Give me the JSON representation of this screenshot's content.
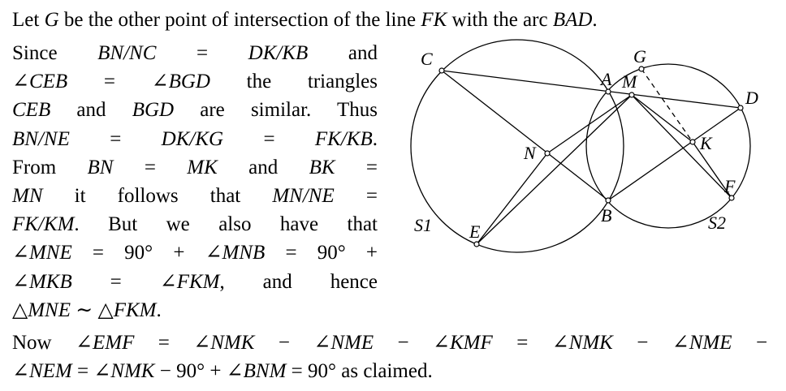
{
  "intro_line": [
    [
      "Let ",
      0
    ],
    [
      "G",
      1
    ],
    [
      " be the other point of intersection of the line ",
      0
    ],
    [
      "FK",
      1
    ],
    [
      " with the arc ",
      0
    ],
    [
      "BAD",
      1
    ],
    [
      ".",
      0
    ]
  ],
  "column_lines": [
    [
      [
        "Since ",
        0
      ],
      [
        "BN/NC",
        1
      ],
      [
        " = ",
        0
      ],
      [
        "DK/KB",
        1
      ],
      [
        " and",
        0
      ]
    ],
    [
      [
        "∠",
        0
      ],
      [
        "CEB",
        1
      ],
      [
        " = ∠",
        0
      ],
      [
        "BGD",
        1
      ],
      [
        " the triangles",
        0
      ]
    ],
    [
      [
        "CEB",
        1
      ],
      [
        " and ",
        0
      ],
      [
        "BGD",
        1
      ],
      [
        " are similar. Thus",
        0
      ]
    ],
    [
      [
        "BN/NE",
        1
      ],
      [
        " = ",
        0
      ],
      [
        "DK/KG",
        1
      ],
      [
        " = ",
        0
      ],
      [
        "FK/KB",
        1
      ],
      [
        ".",
        0
      ]
    ],
    [
      [
        "From ",
        0
      ],
      [
        "BN",
        1
      ],
      [
        " = ",
        0
      ],
      [
        "MK",
        1
      ],
      [
        " and ",
        0
      ],
      [
        "BK",
        1
      ],
      [
        " =",
        0
      ]
    ],
    [
      [
        "MN",
        1
      ],
      [
        " it follows that ",
        0
      ],
      [
        "MN/NE",
        1
      ],
      [
        " =",
        0
      ]
    ],
    [
      [
        "FK/KM",
        1
      ],
      [
        ". But we also have that",
        0
      ]
    ],
    [
      [
        "∠",
        0
      ],
      [
        "MNE",
        1
      ],
      [
        " = 90° + ∠",
        0
      ],
      [
        "MNB",
        1
      ],
      [
        " = 90° +",
        0
      ]
    ],
    [
      [
        "∠",
        0
      ],
      [
        "MKB",
        1
      ],
      [
        " = ∠",
        0
      ],
      [
        "FKM",
        1
      ],
      [
        ", and hence",
        0
      ]
    ],
    [
      [
        "△",
        0
      ],
      [
        "MNE",
        1
      ],
      [
        " ∼ △",
        0
      ],
      [
        "FKM",
        1
      ],
      [
        ".",
        0
      ]
    ]
  ],
  "bottom_lines": [
    [
      [
        "Now ∠",
        0
      ],
      [
        "EMF",
        1
      ],
      [
        " = ∠",
        0
      ],
      [
        "NMK",
        1
      ],
      [
        " − ∠",
        0
      ],
      [
        "NME",
        1
      ],
      [
        " − ∠",
        0
      ],
      [
        "KMF",
        1
      ],
      [
        " = ∠",
        0
      ],
      [
        "NMK",
        1
      ],
      [
        " − ∠",
        0
      ],
      [
        "NME",
        1
      ],
      [
        " −",
        0
      ]
    ],
    [
      [
        "∠",
        0
      ],
      [
        "NEM",
        1
      ],
      [
        " = ∠",
        0
      ],
      [
        "NMK",
        1
      ],
      [
        " − 90° + ∠",
        0
      ],
      [
        "BNM",
        1
      ],
      [
        " = 90° as claimed.",
        0
      ]
    ]
  ],
  "diagram": {
    "labels": {
      "C": "C",
      "A": "A",
      "M": "M",
      "G": "G",
      "D": "D",
      "K": "K",
      "N": "N",
      "B": "B",
      "F": "F",
      "E": "E",
      "S1": "S1",
      "S2": "S2"
    }
  }
}
